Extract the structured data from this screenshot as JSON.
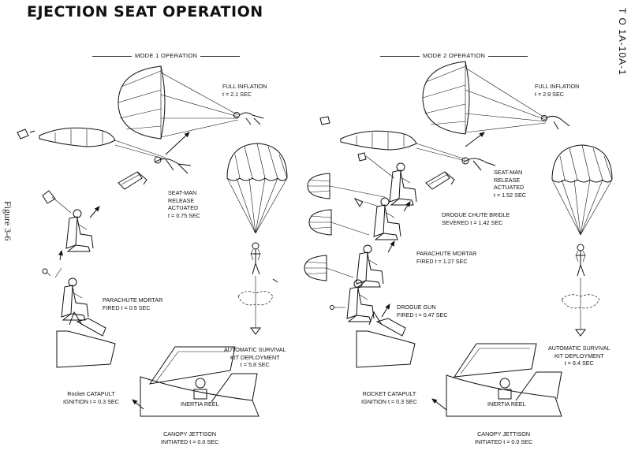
{
  "title": "EJECTION SEAT OPERATION",
  "doc_number": "T O 1A-10A-1",
  "figure_label": "Figure 3-6",
  "modes": [
    {
      "heading": "MODE 1 OPERATION",
      "steps": {
        "canopy_jettison": {
          "line1": "CANOPY JETTISON",
          "line2": "INITIATED t = 0.0 SEC"
        },
        "inertia_reel": {
          "line1": "INERTIA REEL"
        },
        "rocket_catapult": {
          "line1": "Rocket CATAPULT",
          "line2": "IGNITION t = 0.3 SEC"
        },
        "parachute_mortar": {
          "line1": "PARACHUTE MORTAR",
          "line2": "FIRED t = 0.5 SEC"
        },
        "seat_man_release": {
          "line1": "SEAT-MAN",
          "line2": "RELEASE",
          "line3": "ACTUATED",
          "line4": "t = 0.75 SEC"
        },
        "full_inflation": {
          "line1": "FULL INFLATION",
          "line2": "t = 2.1 SEC"
        },
        "survival_kit": {
          "line1": "AUTOMATIC SURVIVAL",
          "line2": "KIT DEPLOYMENT",
          "line3": "t = 5.8 SEC"
        }
      }
    },
    {
      "heading": "MODE 2 OPERATION",
      "steps": {
        "canopy_jettison": {
          "line1": "CANOPY JETTISON",
          "line2": "INITIATED t = 0.0 SEC"
        },
        "inertia_reel": {
          "line1": "INERTIA REEL"
        },
        "rocket_catapult": {
          "line1": "ROCKET CATAPULT",
          "line2": "IGNITION t = 0.3 SEC"
        },
        "drogue_gun": {
          "line1": "DROGUE GUN",
          "line2": "FIRED t = 0.47 SEC"
        },
        "parachute_mortar": {
          "line1": "PARACHUTE MORTAR",
          "line2": "FIRED t = 1.27 SEC"
        },
        "drogue_bridle": {
          "line1": "DROGUE CHUTE BRIDLE",
          "line2": "SEVERED t = 1.42 SEC"
        },
        "seat_man_release": {
          "line1": "SEAT-MAN",
          "line2": "RELEASE",
          "line3": "ACTUATED",
          "line4": "t = 1.52 SEC"
        },
        "full_inflation": {
          "line1": "FULL INFLATION",
          "line2": "t = 2.9 SEC"
        },
        "survival_kit": {
          "line1": "AUTOMATIC SURVIVAL",
          "line2": "KIT DEPLOYMENT",
          "line3": "t = 6.4 SEC"
        }
      }
    }
  ]
}
